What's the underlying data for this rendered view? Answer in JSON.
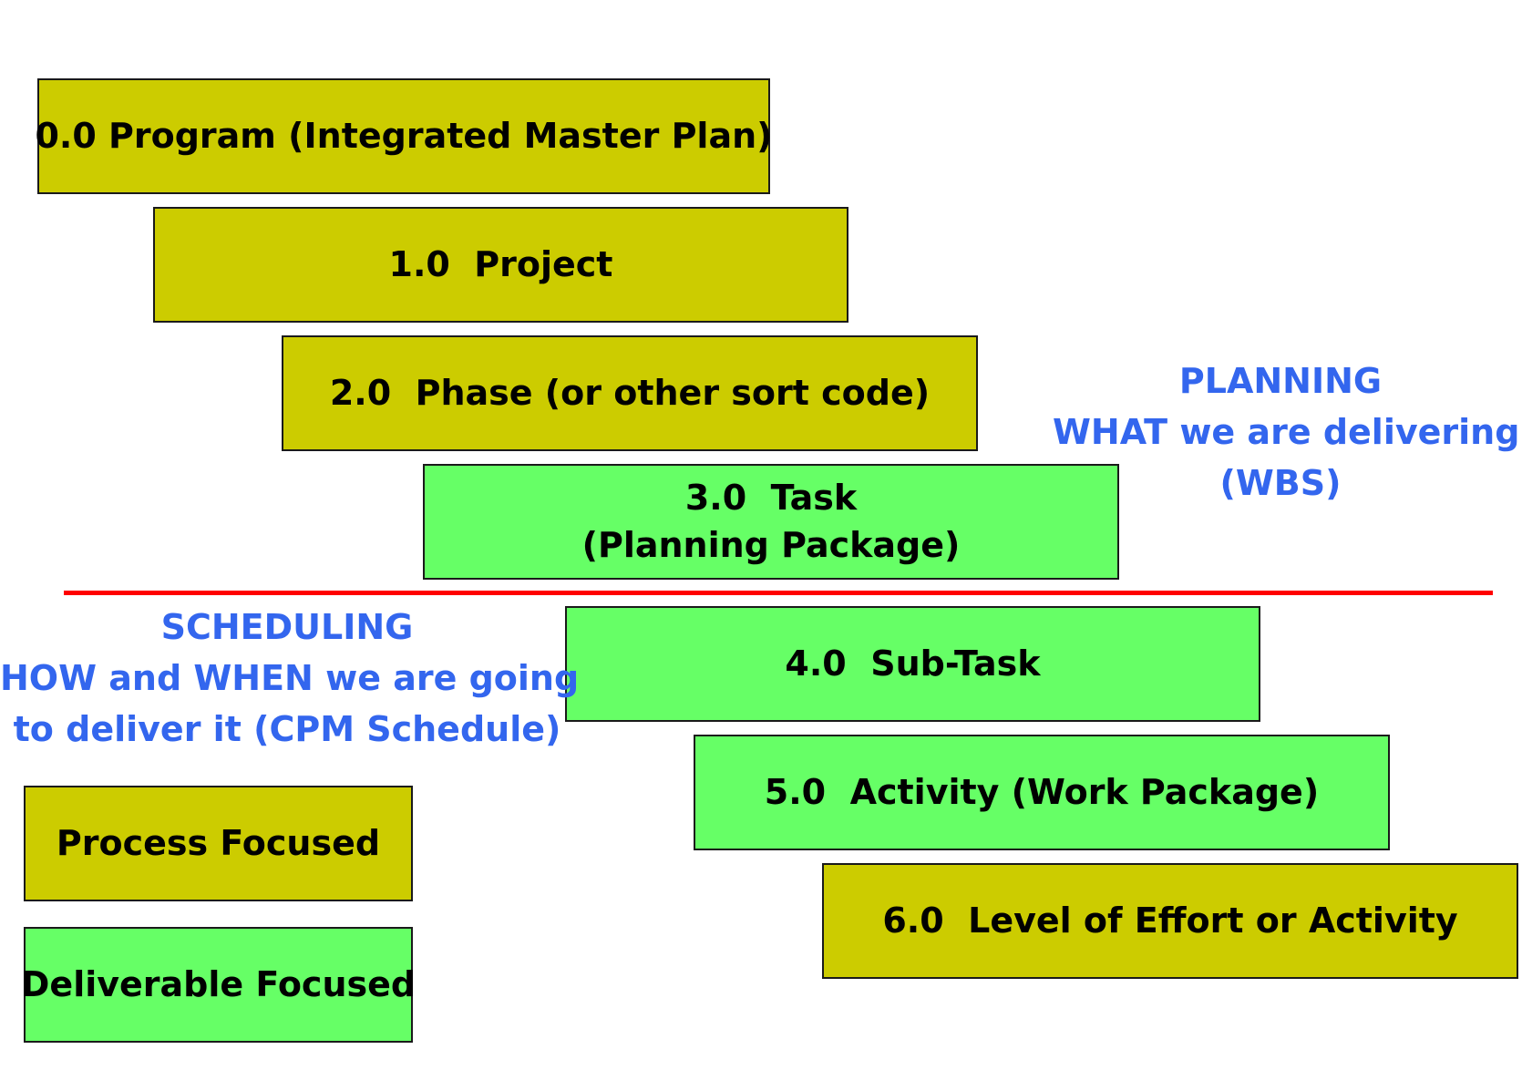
{
  "colors": {
    "process_fill": "#cccc00",
    "deliverable_fill": "#66ff66",
    "divider": "#ff0000",
    "note_text": "#3366ee"
  },
  "levels": [
    {
      "lines": [
        "0.0 Program (Integrated Master Plan)"
      ],
      "kind": "process"
    },
    {
      "lines": [
        "1.0  Project"
      ],
      "kind": "process"
    },
    {
      "lines": [
        "2.0  Phase (or other sort code)"
      ],
      "kind": "process"
    },
    {
      "lines": [
        "3.0  Task",
        "(Planning Package)"
      ],
      "kind": "deliverable"
    },
    {
      "lines": [
        "4.0  Sub-Task"
      ],
      "kind": "deliverable"
    },
    {
      "lines": [
        "5.0  Activity (Work Package)"
      ],
      "kind": "deliverable"
    },
    {
      "lines": [
        "6.0  Level of Effort or Activity"
      ],
      "kind": "process"
    }
  ],
  "planning_note": [
    "PLANNING",
    "WHAT we are delivering",
    "(WBS)"
  ],
  "scheduling_note": [
    "SCHEDULING",
    "HOW  and WHEN we are going",
    "to deliver it (CPM Schedule)"
  ],
  "legend": {
    "process": "Process Focused",
    "deliverable": "Deliverable Focused"
  }
}
